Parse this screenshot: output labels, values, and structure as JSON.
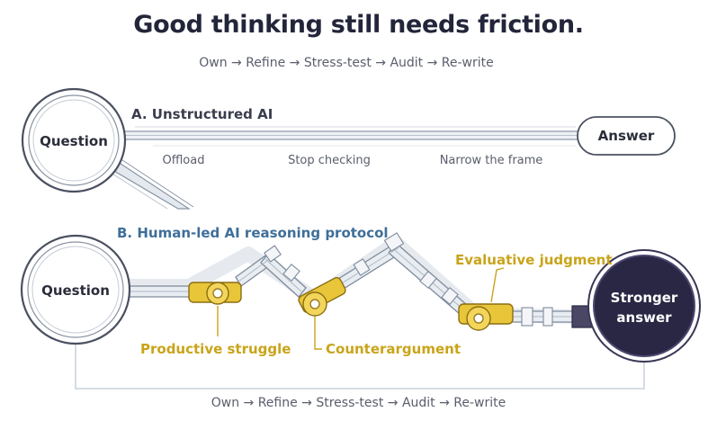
{
  "title": "Good thinking still needs friction.",
  "subtitle": "Own → Refine → Stress-test → Audit → Re-write",
  "footer": "Own → Refine → Stress-test → Audit → Re-write",
  "section_a": {
    "heading": "A. Unstructured AI",
    "start": "Question",
    "end": "Answer",
    "steps": [
      "Offload",
      "Stop checking",
      "Narrow the frame"
    ]
  },
  "section_b": {
    "heading": "B. Human-led AI reasoning protocol",
    "start": "Question",
    "end_line1": "Stronger",
    "end_line2": "answer",
    "callouts": [
      "Productive struggle",
      "Counterargument",
      "Evaluative judgment"
    ]
  },
  "colors": {
    "title": "#23253a",
    "heading_a": "#3a3d4d",
    "heading_b": "#3f6f99",
    "gold": "#c9a41a",
    "joint": "#e9c53a",
    "dark_node": "#2a2744",
    "pipe": "#c9d2dc"
  }
}
